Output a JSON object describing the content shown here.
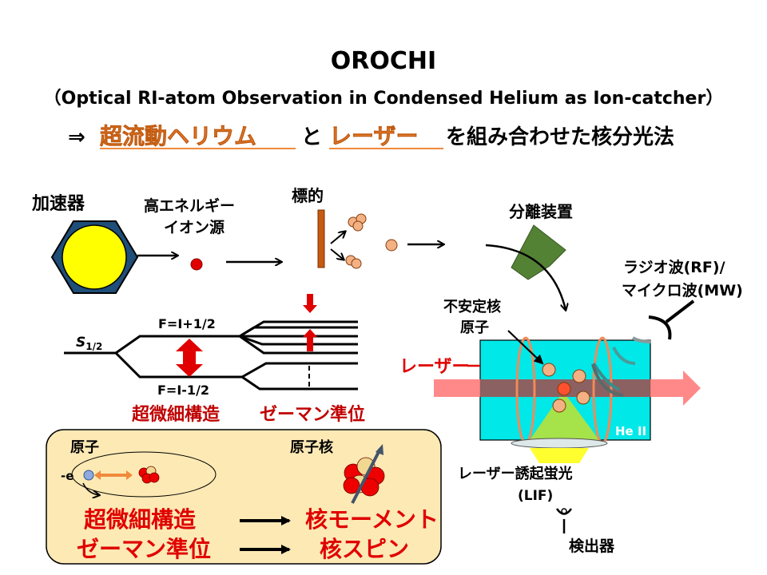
{
  "title": "OROCHI",
  "subtitle": "（Optical RI-atom Observation in Condensed Helium as Ion-catcher）",
  "tagline": {
    "arrow": "⇒",
    "term1": "超流動ヘリウム",
    "mid": "と",
    "term2": "レーザー",
    "rest": "を組み合わせた核分光法"
  },
  "beamline": {
    "accelerator": "加速器",
    "ion_source_1": "高エネルギー",
    "ion_source_2": "イオン源",
    "target": "標的",
    "separator": "分離装置",
    "rf_1": "ラジオ波(RF)/",
    "rf_2": "マイクロ波(MW)",
    "unstable_1": "不安定核",
    "unstable_2": "原子",
    "laser": "レーザー",
    "he": "He II",
    "lif_1": "レーザー誘起蛍光",
    "lif_2": "(LIF)",
    "detector": "検出器"
  },
  "levels": {
    "ground": "S",
    "ground_sub": "1/2",
    "upper": "F=I+1/2",
    "lower": "F=I-1/2",
    "hfs": "超微細構造",
    "zeeman": "ゼーマン準位"
  },
  "box": {
    "atom": "原子",
    "nucleus": "原子核",
    "electron": "-e",
    "row1_left": "超微細構造",
    "row1_right": "核モーメント",
    "row2_left": "ゼーマン準位",
    "row2_right": "核スピン"
  },
  "colors": {
    "accent_orange": "#f08a3c",
    "red": "#e00000",
    "cyan": "#00e8e8",
    "box_fill": "#fde9b4"
  }
}
